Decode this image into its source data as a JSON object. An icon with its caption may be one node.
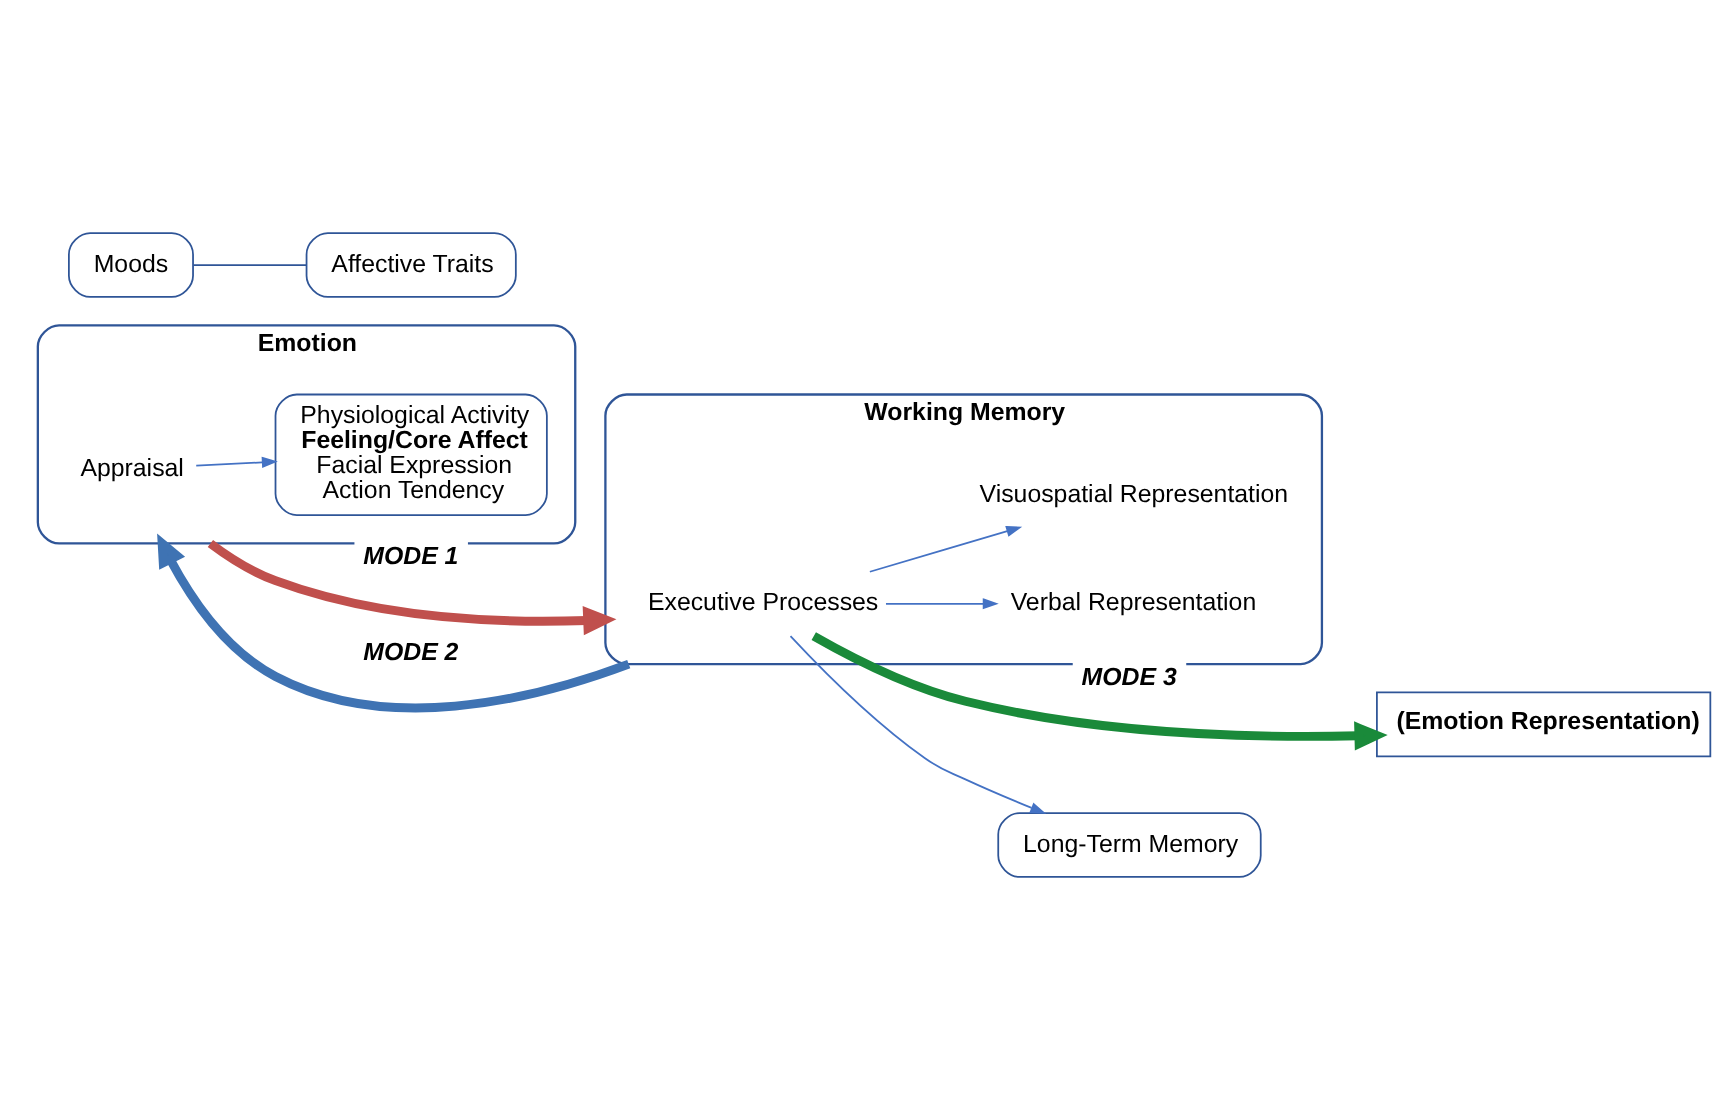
{
  "diagram": {
    "nodes": [
      {
        "text": [
          "Emotion"
        ]
      },
      {
        "text": [
          "Appraisal"
        ],
        "in": 0
      },
      {
        "text": [
          "Physiological Activity",
          "Feeling/Core Affect",
          "Facial Expression",
          "Action Tendency"
        ],
        "in": 0
      },
      {
        "text": [
          "Moods"
        ]
      },
      {
        "text": [
          "Affective Traits"
        ]
      },
      {
        "text": [
          "Working Memory"
        ]
      },
      {
        "text": [
          "Executive Processes"
        ],
        "in": 5
      },
      {
        "text": [
          "(Emotion Representation)"
        ]
      },
      {
        "text": [
          "Verbal Representation"
        ],
        "in": 5
      },
      {
        "text": [
          "Visuospatial Representation"
        ],
        "in": 5
      },
      {
        "text": [
          "Long-Term Memory"
        ]
      }
    ],
    "edges": [
      {
        "from": 0,
        "to": 5,
        "arrow": "to",
        "label": "MODE 1",
        "style": "thick",
        "color": "#c0504d"
      },
      {
        "from": 5,
        "to": 0,
        "arrow": "to",
        "label": "MODE 2",
        "style": "thick",
        "color": "#3f73b3"
      },
      {
        "from": 1,
        "to": 2,
        "arrow": "to"
      },
      {
        "from": 3,
        "to": 4,
        "arrow": "none",
        "color": "#2f5597"
      },
      {
        "from": 6,
        "to": 7,
        "arrow": "to",
        "label": "MODE 3",
        "style": "thick",
        "color": "#1a8a3a"
      },
      {
        "from": 6,
        "to": 8,
        "arrow": "to"
      },
      {
        "from": 6,
        "to": 9,
        "arrow": "to"
      },
      {
        "from": 6,
        "to": 10,
        "arrow": "to"
      }
    ]
  }
}
